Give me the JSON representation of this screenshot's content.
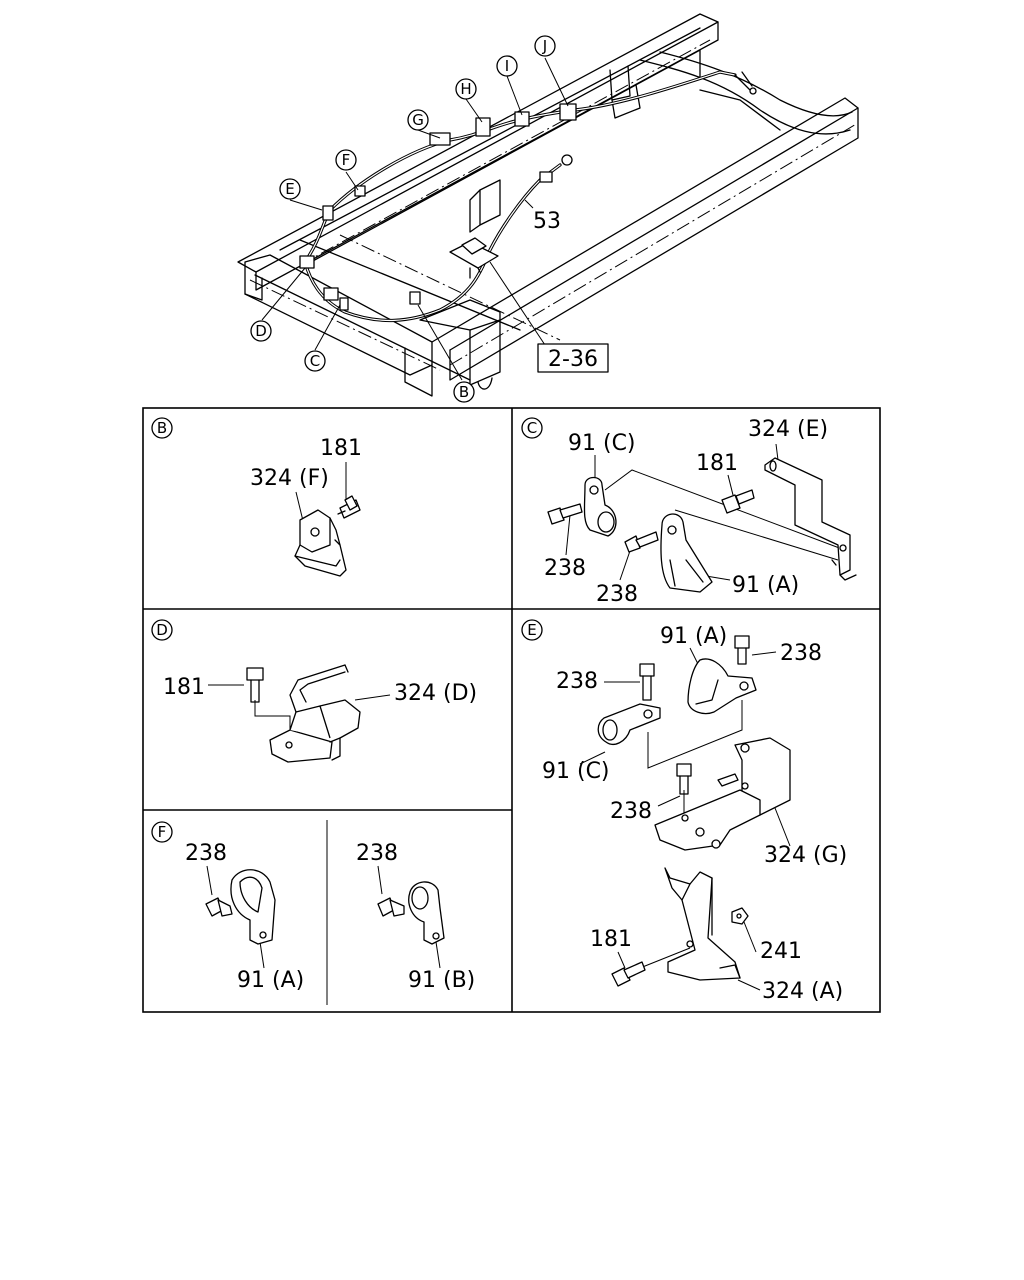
{
  "overview": {
    "callouts": [
      "J",
      "I",
      "H",
      "G",
      "F",
      "E",
      "D",
      "C",
      "B"
    ],
    "part_53": "53",
    "ref_box": "2-36"
  },
  "panels": {
    "B": {
      "letter": "B",
      "labels": [
        "181",
        "324 (F)"
      ]
    },
    "C": {
      "letter": "C",
      "labels": [
        "91 (C)",
        "324 (E)",
        "181",
        "238",
        "238",
        "91 (A)"
      ]
    },
    "D": {
      "letter": "D",
      "labels": [
        "181",
        "324 (D)"
      ]
    },
    "E": {
      "letter": "E",
      "labels": [
        "91 (A)",
        "238",
        "238",
        "91 (C)",
        "238",
        "324 (G)",
        "181",
        "241",
        "324 (A)"
      ]
    },
    "F": {
      "letter": "F",
      "labels": [
        "238",
        "91 (A)",
        "238",
        "91 (B)"
      ]
    }
  }
}
